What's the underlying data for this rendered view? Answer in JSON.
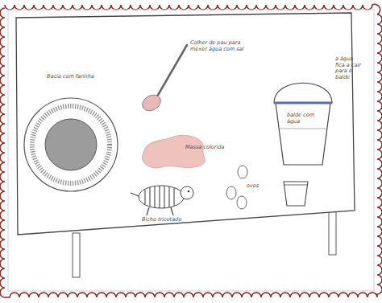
{
  "diagram": {
    "labels": [
      "Bacia com farinha",
      "Colher de pau para mexer água com sal",
      "Massa colorida",
      "Bicho tricotado",
      "ovos",
      "balde com água",
      "a água fica a cair para o balde"
    ]
  }
}
